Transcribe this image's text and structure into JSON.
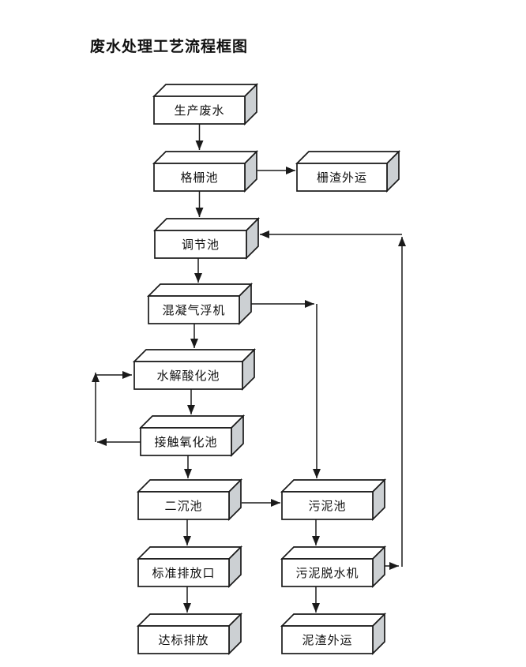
{
  "page": {
    "title": "废水处理工艺流程框图"
  },
  "diagram": {
    "nodes": [
      {
        "id": "production-wastewater",
        "label": "生产废水"
      },
      {
        "id": "grid-pool",
        "label": "格栅池"
      },
      {
        "id": "screen-residue-out",
        "label": "栅渣外运"
      },
      {
        "id": "regulating-pool",
        "label": "调节池"
      },
      {
        "id": "coagulation-air-flotation",
        "label": "混凝气浮机"
      },
      {
        "id": "hydrolysis-acidification-pool",
        "label": "水解酸化池"
      },
      {
        "id": "contact-oxidation-pool",
        "label": "接触氧化池"
      },
      {
        "id": "secondary-sedimentation-pool",
        "label": "二沉池"
      },
      {
        "id": "sludge-pool",
        "label": "污泥池"
      },
      {
        "id": "standard-discharge-outlet",
        "label": "标准排放口"
      },
      {
        "id": "sludge-dewatering-machine",
        "label": "污泥脱水机"
      },
      {
        "id": "standard-discharge",
        "label": "达标排放"
      },
      {
        "id": "sludge-residue-out",
        "label": "泥渣外运"
      }
    ],
    "edges": [
      {
        "from": "production-wastewater",
        "to": "grid-pool"
      },
      {
        "from": "grid-pool",
        "to": "screen-residue-out"
      },
      {
        "from": "grid-pool",
        "to": "regulating-pool"
      },
      {
        "from": "regulating-pool",
        "to": "coagulation-air-flotation"
      },
      {
        "from": "coagulation-air-flotation",
        "to": "hydrolysis-acidification-pool"
      },
      {
        "from": "coagulation-air-flotation",
        "to": "sludge-pool"
      },
      {
        "from": "hydrolysis-acidification-pool",
        "to": "contact-oxidation-pool"
      },
      {
        "from": "contact-oxidation-pool",
        "to": "hydrolysis-acidification-pool"
      },
      {
        "from": "contact-oxidation-pool",
        "to": "secondary-sedimentation-pool"
      },
      {
        "from": "secondary-sedimentation-pool",
        "to": "sludge-pool"
      },
      {
        "from": "secondary-sedimentation-pool",
        "to": "standard-discharge-outlet"
      },
      {
        "from": "standard-discharge-outlet",
        "to": "standard-discharge"
      },
      {
        "from": "sludge-pool",
        "to": "sludge-dewatering-machine"
      },
      {
        "from": "sludge-dewatering-machine",
        "to": "sludge-residue-out"
      },
      {
        "from": "sludge-dewatering-machine",
        "to": "regulating-pool"
      }
    ],
    "colors": {
      "line": "#1a1a1a",
      "box_border": "#1a1a1a",
      "box_front_fill": "#ffffff",
      "box_top_fill": "#ffffff",
      "box_side_fill": "#ccd0d3",
      "background": "#ffffff",
      "text": "#111111"
    }
  }
}
